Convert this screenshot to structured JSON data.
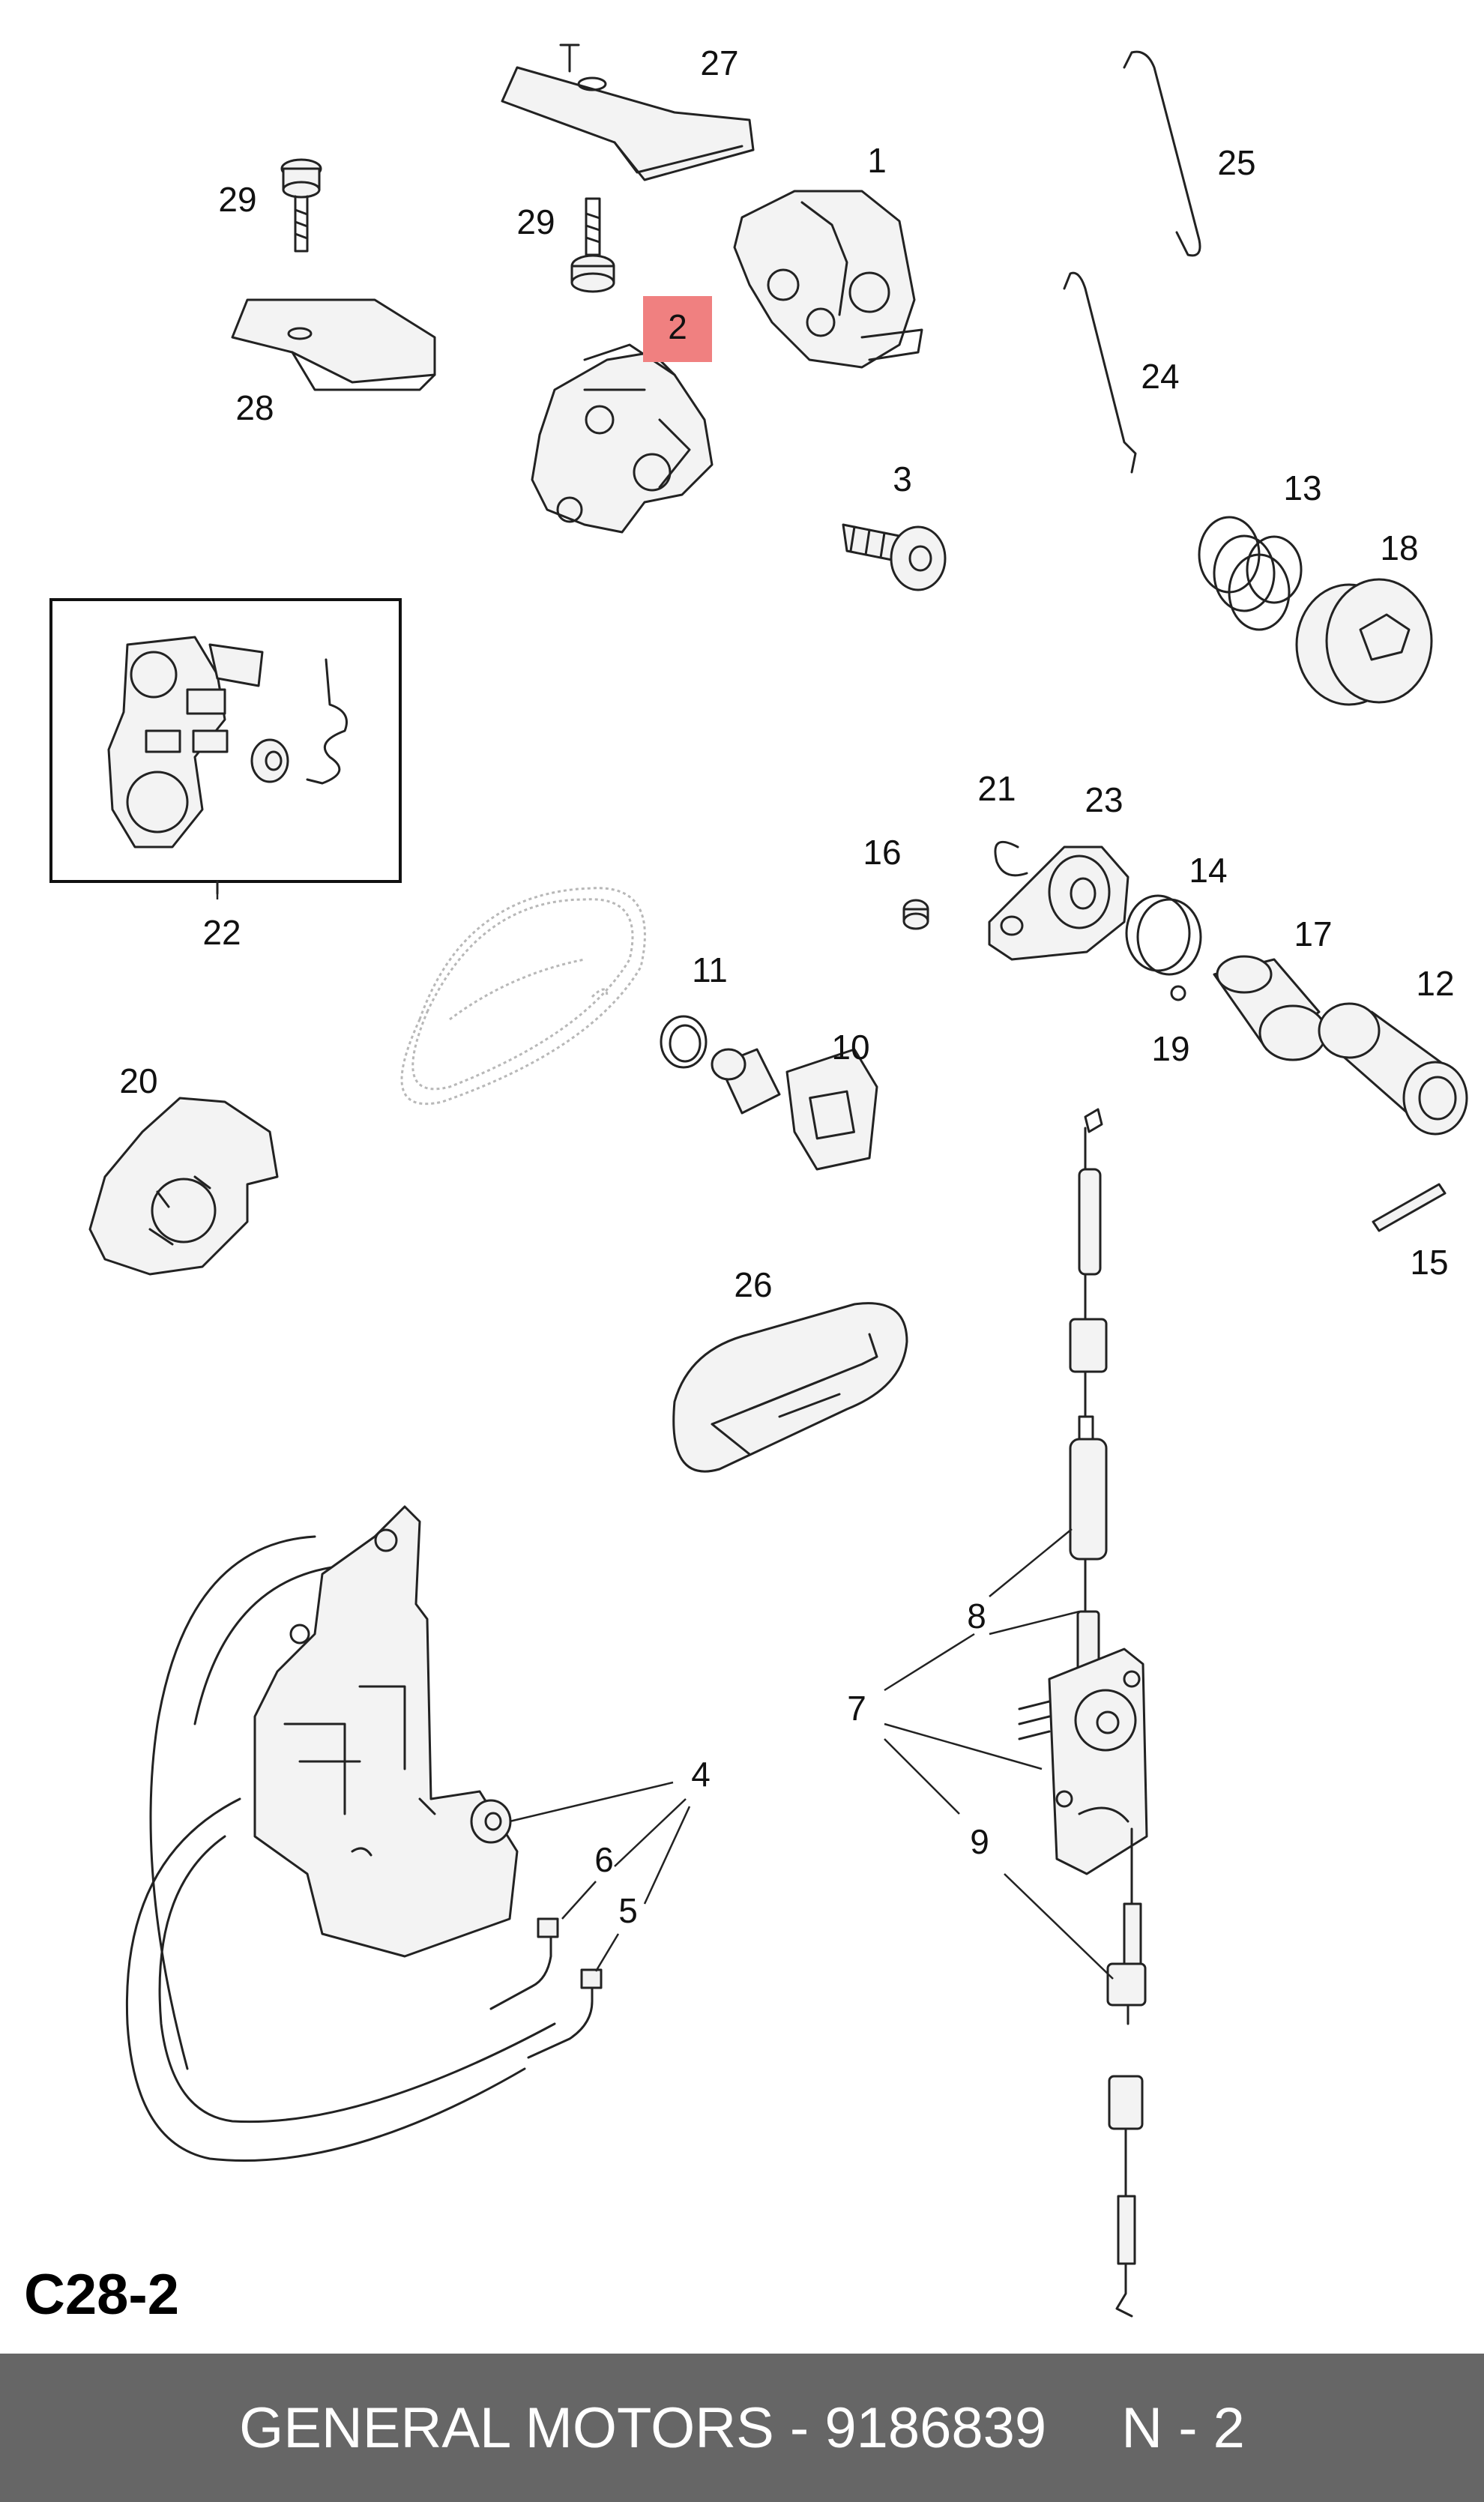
{
  "diagram": {
    "reference_code": "C28-2",
    "highlight_color": "#f08080",
    "parts": [
      {
        "id": "p1",
        "label": "1"
      },
      {
        "id": "p2",
        "label": "2",
        "highlighted": true
      },
      {
        "id": "p3",
        "label": "3"
      },
      {
        "id": "p4",
        "label": "4"
      },
      {
        "id": "p5",
        "label": "5"
      },
      {
        "id": "p6",
        "label": "6"
      },
      {
        "id": "p7",
        "label": "7"
      },
      {
        "id": "p8",
        "label": "8"
      },
      {
        "id": "p9",
        "label": "9"
      },
      {
        "id": "p10",
        "label": "10"
      },
      {
        "id": "p11",
        "label": "11"
      },
      {
        "id": "p12",
        "label": "12"
      },
      {
        "id": "p13",
        "label": "13"
      },
      {
        "id": "p14",
        "label": "14"
      },
      {
        "id": "p15",
        "label": "15"
      },
      {
        "id": "p16",
        "label": "16"
      },
      {
        "id": "p17",
        "label": "17"
      },
      {
        "id": "p18",
        "label": "18"
      },
      {
        "id": "p19",
        "label": "19"
      },
      {
        "id": "p20",
        "label": "20"
      },
      {
        "id": "p21",
        "label": "21"
      },
      {
        "id": "p22",
        "label": "22"
      },
      {
        "id": "p23",
        "label": "23"
      },
      {
        "id": "p24",
        "label": "24"
      },
      {
        "id": "p25",
        "label": "25"
      },
      {
        "id": "p26",
        "label": "26"
      },
      {
        "id": "p27",
        "label": "27"
      },
      {
        "id": "p28",
        "label": "28"
      },
      {
        "id": "p29a",
        "label": "29"
      },
      {
        "id": "p29b",
        "label": "29"
      }
    ]
  },
  "footer": {
    "brand": "GENERAL MOTORS - 9186839",
    "page": "N - 2"
  }
}
